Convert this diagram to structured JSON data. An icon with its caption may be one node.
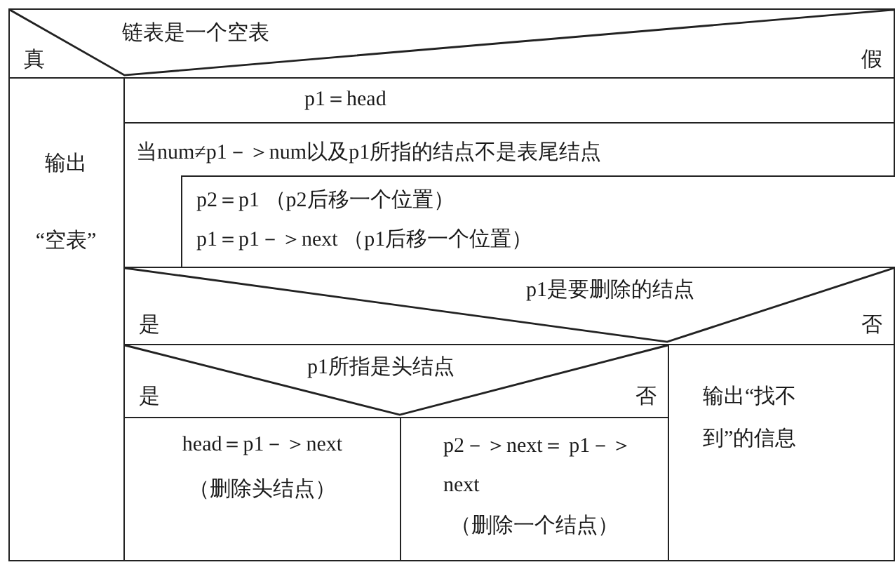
{
  "diagram": {
    "nodes": [
      {
        "text": [
          "链表是一个空表",
          "真",
          "假"
        ]
      },
      {
        "text": [
          "输出 “空表”"
        ]
      },
      {
        "text": [
          "p1＝head"
        ]
      },
      {
        "text": [
          "当num≠p1－＞num以及p1所指的结点不是表尾结点"
        ]
      },
      {
        "text": [
          "p2＝p1 （p2后移一个位置）",
          "p1＝p1－＞next （p1后移一个位置）"
        ],
        "in": 3
      },
      {
        "text": [
          "p1是要删除的结点",
          "是",
          "否"
        ]
      },
      {
        "text": [
          "p1所指是头结点",
          "是",
          "否"
        ]
      },
      {
        "text": [
          "head＝p1－＞next",
          "（删除头结点）"
        ]
      },
      {
        "text": [
          "p2－＞next＝ p1－＞next",
          "（删除一个结点）"
        ]
      },
      {
        "text": [
          "输出“找不到”的信息"
        ]
      }
    ]
  }
}
